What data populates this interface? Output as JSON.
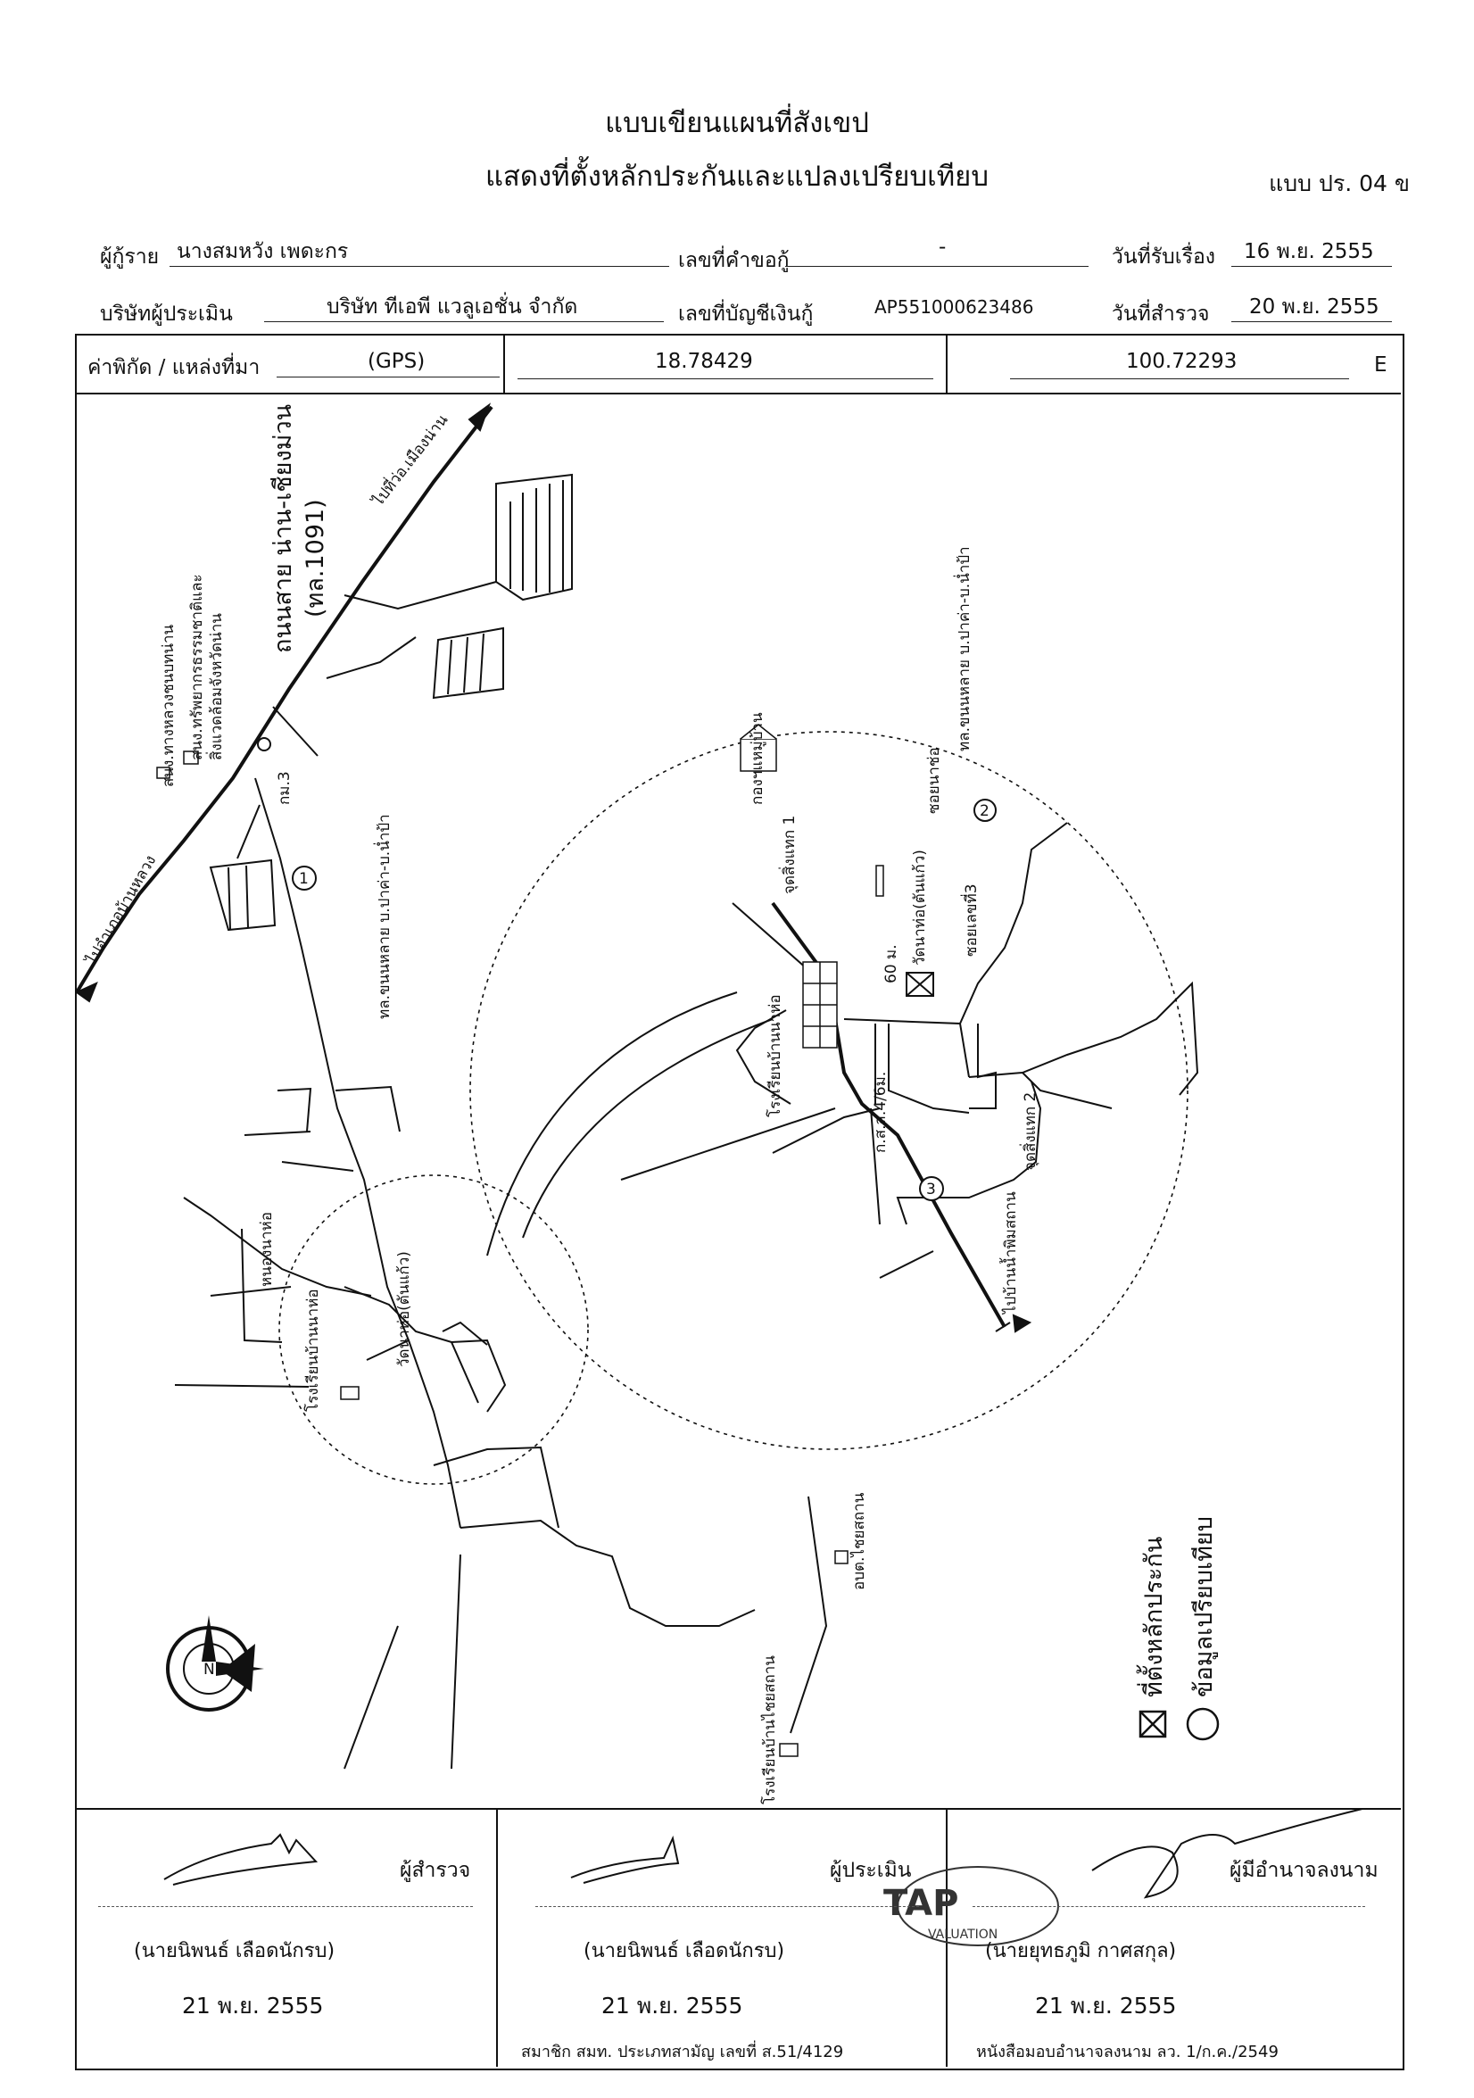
{
  "header": {
    "title": "แบบเขียนแผนที่สังเขป",
    "subtitle": "แสดงที่ตั้งหลักประกันและแปลงเปรียบเทียบ",
    "form_no": "แบบ ปร. 04 ข"
  },
  "info": {
    "borrower_label": "ผู้กู้ราย",
    "borrower": "นางสมหวัง เพดะกร",
    "request_no_label": "เลขที่คำขอกู้",
    "request_no": "-",
    "received_label": "วันที่รับเรื่อง",
    "received_date": "16 พ.ย. 2555",
    "appraiser_co_label": "บริษัทผู้ประเมิน",
    "appraiser_co": "บริษัท ทีเอพี แวลูเอชั่น จำกัด",
    "account_label": "เลขที่บัญชีเงินกู้",
    "account_no": "AP551000623486",
    "survey_label": "วันที่สำรวจ",
    "survey_date": "20 พ.ย. 2555"
  },
  "gps": {
    "label": "ค่าพิกัด / แหล่งที่มา",
    "source": "(GPS)",
    "lat": "18.78429",
    "lon": "100.72293",
    "dir": "E"
  },
  "map": {
    "road_main_1": "ถนนสาย น่าน-เชียงม่วน",
    "road_main_2": "(ทล.1091)",
    "to_muang": "ไปที่ว่อ.เมืองน่าน",
    "to_bandong": "ไปอำเภอบ้านหลวง",
    "office_1": "สนง.ทรัพยากรธรรมชาติและ",
    "office_2": "สิ่งแวดล้อมจังหวัดน่าน",
    "office_3": "สนง.ทางหลวงชนบทน่าน",
    "km3": "กม.3",
    "road_sub_left": "ทล.ขนนหลาย บ.ปาค่า-บ.น่ำป้า",
    "road_sub_right": "ทล.ขนนหลาย บ.ปาค่า-บ.น่ำป้า",
    "village_office": "กองฯแหมู่บ้าน",
    "soi": "ซอยนาช่อ",
    "temple_big": "วัดนาท่อ(ตันแก้ว)",
    "school_big": "โรงเรียนบ้านนาห่อ",
    "pole": "ก.ส.ส.4/6ม.",
    "dist": "60 ม.",
    "survey1": "จุดสิ่งแทก 1",
    "survey2": "จุดสิ่งแทก 2",
    "soi3": "ซอยเลขที่3",
    "to_village": "ไปบ้านน้ำพิมสถาน",
    "pond": "หนองนาห่อ",
    "school_small": "โรงเรียนบ้านนาห่อ",
    "temple_small": "วัดนาห่อ(ตันแก้ว)",
    "obt": "อบต.ไชยสถาน",
    "school_chai": "โรงเรียนบ้านไชยสถาน",
    "marker_1": "1",
    "marker_2": "2",
    "marker_3": "3",
    "north": "N",
    "legend_collateral": "ที่ตั้งหลักประกัน",
    "legend_compare": "ข้อมูลเปรียบเทียบ"
  },
  "signatures": {
    "surveyor_role": "ผู้สำรวจ",
    "surveyor_name": "(นายนิพนธ์ เลือดนักรบ)",
    "surveyor_date": "21 พ.ย. 2555",
    "appraiser_role": "ผู้ประเมิน",
    "appraiser_name": "(นายนิพนธ์ เลือดนักรบ)",
    "appraiser_date": "21 พ.ย. 2555",
    "appraiser_member": "สมาชิก สมท. ประเภทสามัญ เลขที่ ส.51/4129",
    "authorized_role": "ผู้มีอำนาจลงนาม",
    "authorized_name": "(นายยุทธภูมิ กาศสกุล)",
    "authorized_date": "21 พ.ย. 2555",
    "authorized_letter": "หนังสือมอบอำนาจลงนาม ลว. 1/ก.ค./2549",
    "stamp_text": "TAP",
    "stamp_sub": "VALUATION"
  }
}
